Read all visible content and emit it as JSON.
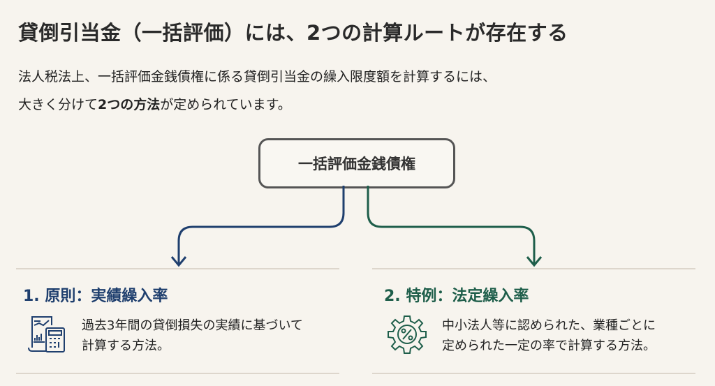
{
  "title": "貸倒引当金（一括評価）には、2つの計算ルートが存在する",
  "intro": {
    "line1": "法人税法上、一括評価金銭債権に係る貸倒引当金の繰入限度額を計算するには、",
    "line2_pre": "大きく分けて",
    "line2_bold": "2つの方法",
    "line2_post": "が定められています。"
  },
  "root_label": "一括評価金銭債権",
  "colors": {
    "left": "#1f3f6e",
    "right": "#1e5e4a",
    "background": "#f7f4ee"
  },
  "branches": [
    {
      "heading": "1. 原則：実績繰入率",
      "desc_line1": "過去3年間の貸倒損失の実績に基づいて",
      "desc_line2": "計算する方法。",
      "icon": "chart-calculator-icon"
    },
    {
      "heading": "2. 特例：法定繰入率",
      "desc_line1": "中小法人等に認められた、業種ごとに",
      "desc_line2": "定められた一定の率で計算する方法。",
      "icon": "gear-percent-icon"
    }
  ]
}
